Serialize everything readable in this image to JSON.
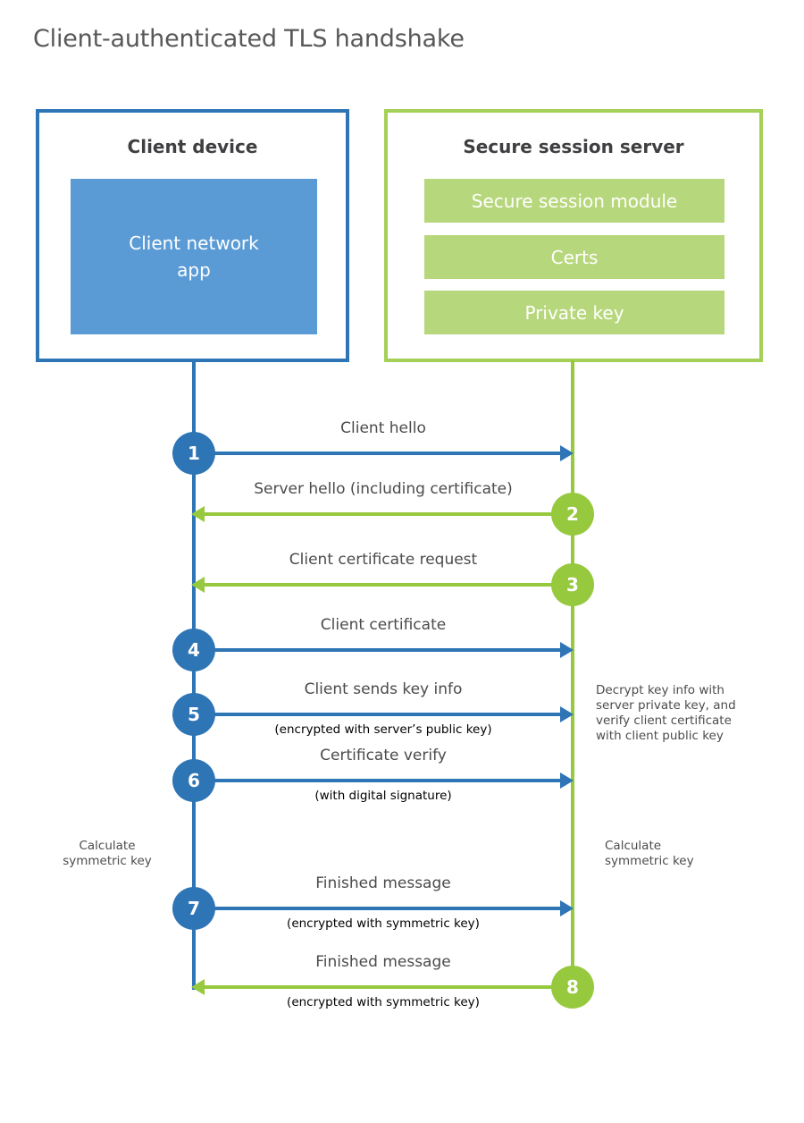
{
  "title": "Client-authenticated TLS handshake",
  "colors": {
    "blue": "#2e75b6",
    "blue_fill": "#5b9bd5",
    "green": "#97c93f",
    "green_border": "#a5d057",
    "green_fill": "#b7d77c"
  },
  "client_box": {
    "title": "Client device",
    "module": "Client network\napp"
  },
  "server_box": {
    "title": "Secure session server",
    "modules": [
      "Secure session module",
      "Certs",
      "Private key"
    ]
  },
  "messages": [
    {
      "number": "1",
      "label": "Client hello",
      "from": "client"
    },
    {
      "number": "2",
      "label": "Server hello (including certificate)",
      "from": "server"
    },
    {
      "number": "3",
      "label": "Client certificate request",
      "from": "server"
    },
    {
      "number": "4",
      "label": "Client certificate",
      "from": "client"
    },
    {
      "number": "5",
      "label": "Client sends key info",
      "sublabel": "(encrypted with server’s public key)",
      "from": "client"
    },
    {
      "number": "6",
      "label": "Certificate verify",
      "sublabel": "(with digital signature)",
      "from": "client"
    },
    {
      "number": "7",
      "label": "Finished message",
      "sublabel": "(encrypted with symmetric key)",
      "from": "client"
    },
    {
      "number": "8",
      "label": "Finished message",
      "sublabel": "(encrypted with symmetric key)",
      "from": "server"
    }
  ],
  "annotations": {
    "decrypt_note": "Decrypt key info with\nserver private key, and\nverify client certificate\nwith client public key",
    "calc_left": "Calculate\nsymmetric key",
    "calc_right": "Calculate\nsymmetric key"
  }
}
